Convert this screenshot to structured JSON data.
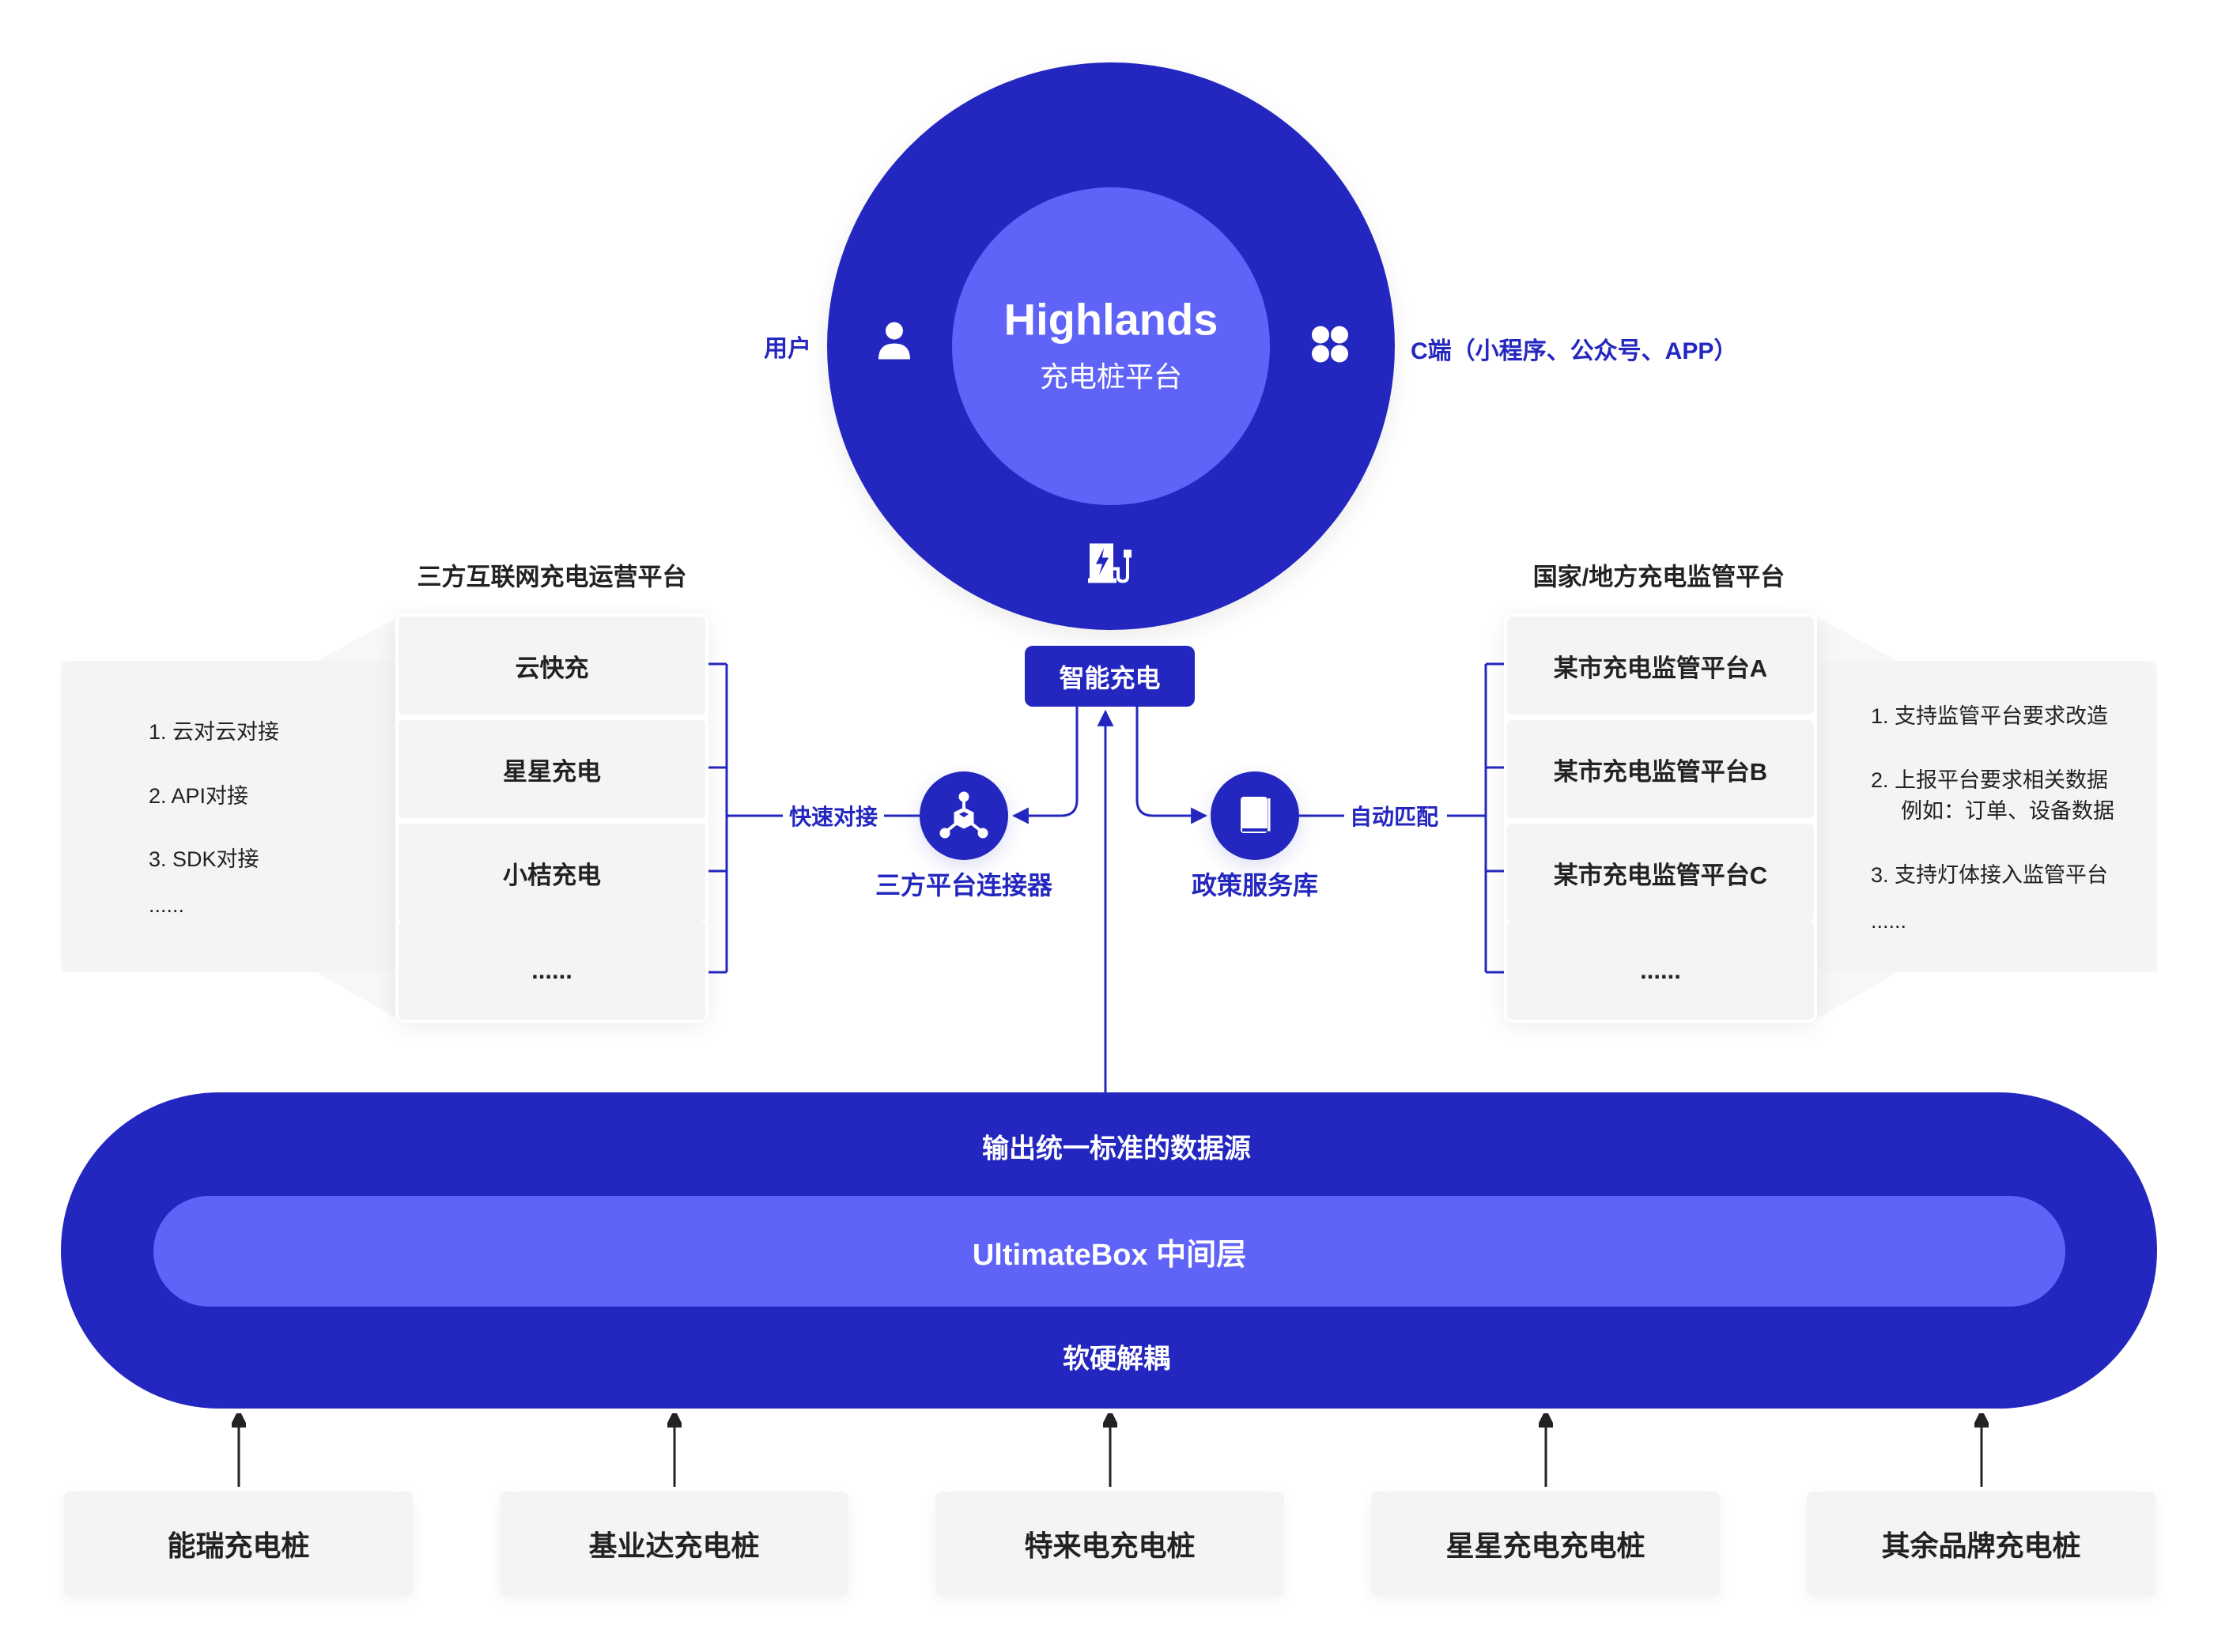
{
  "colors": {
    "primary": "#2427bf",
    "accent": "#5f63f8",
    "panel": "#f4f4f4"
  },
  "core": {
    "title": "Highlands",
    "subtitle": "充电桩平台",
    "user_label": "用户",
    "client_label": "C端（小程序、公众号、APP）",
    "icons": [
      "user-icon",
      "apps-icon",
      "charging-station-icon"
    ]
  },
  "smart_charging": {
    "label": "智能充电"
  },
  "left": {
    "heading": "三方互联网充电运营平台",
    "platforms": [
      "云快充",
      "星星充电",
      "小桔充电",
      "......"
    ],
    "notes": [
      "1. 云对云对接",
      "2. API对接",
      "3. SDK对接",
      "......"
    ],
    "link_label": "快速对接",
    "connector_label": "三方平台连接器"
  },
  "right": {
    "heading": "国家/地方充电监管平台",
    "platforms": [
      "某市充电监管平台A",
      "某市充电监管平台B",
      "某市充电监管平台C",
      "......"
    ],
    "notes": [
      "1. 支持监管平台要求改造",
      "2. 上报平台要求相关数据",
      "例如：订单、设备数据",
      "3. 支持灯体接入监管平台",
      "......"
    ],
    "link_label": "自动匹配",
    "connector_label": "政策服务库"
  },
  "middleware": {
    "top_label": "输出统一标准的数据源",
    "name": "UltimateBox 中间层",
    "bottom_label": "软硬解耦"
  },
  "chargers": [
    "能瑞充电桩",
    "基业达充电桩",
    "特来电充电桩",
    "星星充电充电桩",
    "其余品牌充电桩"
  ]
}
